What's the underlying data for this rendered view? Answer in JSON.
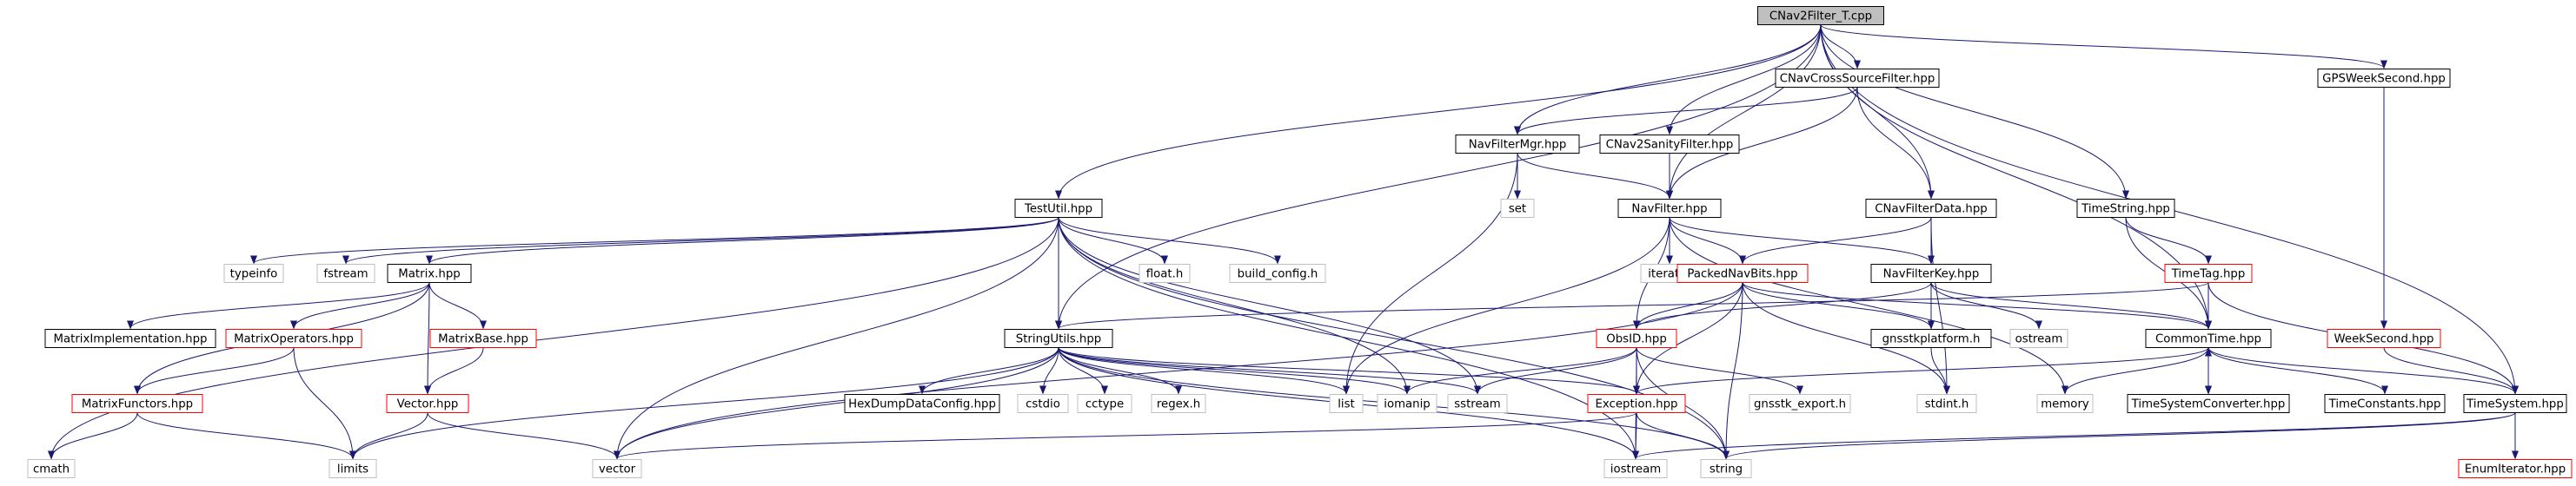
{
  "colors": {
    "edge": "#191970",
    "root_fill": "#bfbfbf",
    "border_black": "#000000",
    "border_red": "#ff0000",
    "border_grey": "#bfbfbf",
    "text": "#000000"
  },
  "nodes": [
    {
      "id": "root",
      "label": "CNav2Filter_T.cpp",
      "style": "root"
    },
    {
      "id": "cncsf",
      "label": "CNavCrossSourceFilter.hpp",
      "style": "black"
    },
    {
      "id": "gpsws",
      "label": "GPSWeekSecond.hpp",
      "style": "black"
    },
    {
      "id": "nfm",
      "label": "NavFilterMgr.hpp",
      "style": "black"
    },
    {
      "id": "c2sf",
      "label": "CNav2SanityFilter.hpp",
      "style": "black"
    },
    {
      "id": "set",
      "label": "set",
      "style": "grey"
    },
    {
      "id": "navf",
      "label": "NavFilter.hpp",
      "style": "black"
    },
    {
      "id": "cnfd",
      "label": "CNavFilterData.hpp",
      "style": "black"
    },
    {
      "id": "tstr",
      "label": "TimeString.hpp",
      "style": "black"
    },
    {
      "id": "tutil",
      "label": "TestUtil.hpp",
      "style": "black"
    },
    {
      "id": "typeinfo",
      "label": "typeinfo",
      "style": "grey"
    },
    {
      "id": "fstream",
      "label": "fstream",
      "style": "grey"
    },
    {
      "id": "matrix",
      "label": "Matrix.hpp",
      "style": "black"
    },
    {
      "id": "floath",
      "label": "float.h",
      "style": "grey"
    },
    {
      "id": "buildc",
      "label": "build_config.h",
      "style": "grey"
    },
    {
      "id": "iterator",
      "label": "iterator",
      "style": "grey"
    },
    {
      "id": "pnb",
      "label": "PackedNavBits.hpp",
      "style": "red"
    },
    {
      "id": "nfk",
      "label": "NavFilterKey.hpp",
      "style": "black"
    },
    {
      "id": "ttag",
      "label": "TimeTag.hpp",
      "style": "red"
    },
    {
      "id": "wsec",
      "label": "WeekSecond.hpp",
      "style": "red"
    },
    {
      "id": "mimpl",
      "label": "MatrixImplementation.hpp",
      "style": "black"
    },
    {
      "id": "mops",
      "label": "MatrixOperators.hpp",
      "style": "red"
    },
    {
      "id": "mbase",
      "label": "MatrixBase.hpp",
      "style": "red"
    },
    {
      "id": "sutil",
      "label": "StringUtils.hpp",
      "style": "black"
    },
    {
      "id": "obsid",
      "label": "ObsID.hpp",
      "style": "red"
    },
    {
      "id": "gplat",
      "label": "gnsstkplatform.h",
      "style": "black"
    },
    {
      "id": "ostream",
      "label": "ostream",
      "style": "grey"
    },
    {
      "id": "ctime",
      "label": "CommonTime.hpp",
      "style": "black"
    },
    {
      "id": "mfunc",
      "label": "MatrixFunctors.hpp",
      "style": "red"
    },
    {
      "id": "vec",
      "label": "Vector.hpp",
      "style": "red"
    },
    {
      "id": "hexd",
      "label": "HexDumpDataConfig.hpp",
      "style": "black"
    },
    {
      "id": "cstdio",
      "label": "cstdio",
      "style": "grey"
    },
    {
      "id": "cctype",
      "label": "cctype",
      "style": "grey"
    },
    {
      "id": "regex",
      "label": "regex.h",
      "style": "grey"
    },
    {
      "id": "list",
      "label": "list",
      "style": "grey"
    },
    {
      "id": "iomanip",
      "label": "iomanip",
      "style": "grey"
    },
    {
      "id": "sstream",
      "label": "sstream",
      "style": "grey"
    },
    {
      "id": "exc",
      "label": "Exception.hpp",
      "style": "red"
    },
    {
      "id": "gexp",
      "label": "gnsstk_export.h",
      "style": "grey"
    },
    {
      "id": "stdint",
      "label": "stdint.h",
      "style": "grey"
    },
    {
      "id": "memory",
      "label": "memory",
      "style": "grey"
    },
    {
      "id": "tsc",
      "label": "TimeSystemConverter.hpp",
      "style": "black"
    },
    {
      "id": "tconst",
      "label": "TimeConstants.hpp",
      "style": "black"
    },
    {
      "id": "tsys",
      "label": "TimeSystem.hpp",
      "style": "black"
    },
    {
      "id": "cmath",
      "label": "cmath",
      "style": "grey"
    },
    {
      "id": "limits",
      "label": "limits",
      "style": "grey"
    },
    {
      "id": "vector",
      "label": "vector",
      "style": "grey"
    },
    {
      "id": "iostream",
      "label": "iostream",
      "style": "grey"
    },
    {
      "id": "string",
      "label": "string",
      "style": "grey"
    },
    {
      "id": "enumit",
      "label": "EnumIterator.hpp",
      "style": "red"
    }
  ],
  "edges": [
    [
      "root",
      "cncsf"
    ],
    [
      "root",
      "gpsws"
    ],
    [
      "root",
      "nfm"
    ],
    [
      "root",
      "c2sf"
    ],
    [
      "root",
      "navf"
    ],
    [
      "root",
      "cnfd"
    ],
    [
      "root",
      "tstr"
    ],
    [
      "root",
      "tutil"
    ],
    [
      "root",
      "sutil"
    ],
    [
      "root",
      "ctime"
    ],
    [
      "root",
      "tsys"
    ],
    [
      "cncsf",
      "nfm"
    ],
    [
      "cncsf",
      "navf"
    ],
    [
      "cncsf",
      "cnfd"
    ],
    [
      "gpsws",
      "wsec"
    ],
    [
      "nfm",
      "set"
    ],
    [
      "nfm",
      "navf"
    ],
    [
      "nfm",
      "list"
    ],
    [
      "c2sf",
      "navf"
    ],
    [
      "navf",
      "iterator"
    ],
    [
      "navf",
      "nfk"
    ],
    [
      "navf",
      "pnb"
    ],
    [
      "navf",
      "obsid"
    ],
    [
      "navf",
      "list"
    ],
    [
      "navf",
      "memory"
    ],
    [
      "cnfd",
      "pnb"
    ],
    [
      "cnfd",
      "nfk"
    ],
    [
      "cnfd",
      "stdint"
    ],
    [
      "tstr",
      "ttag"
    ],
    [
      "tstr",
      "ctime"
    ],
    [
      "tutil",
      "typeinfo"
    ],
    [
      "tutil",
      "fstream"
    ],
    [
      "tutil",
      "matrix"
    ],
    [
      "tutil",
      "floath"
    ],
    [
      "tutil",
      "buildc"
    ],
    [
      "tutil",
      "sutil"
    ],
    [
      "tutil",
      "cmath"
    ],
    [
      "tutil",
      "vector"
    ],
    [
      "tutil",
      "iomanip"
    ],
    [
      "tutil",
      "sstream"
    ],
    [
      "tutil",
      "string"
    ],
    [
      "tutil",
      "iostream"
    ],
    [
      "matrix",
      "mimpl"
    ],
    [
      "matrix",
      "mops"
    ],
    [
      "matrix",
      "mbase"
    ],
    [
      "matrix",
      "mfunc"
    ],
    [
      "matrix",
      "vec"
    ],
    [
      "mops",
      "mfunc"
    ],
    [
      "mops",
      "limits"
    ],
    [
      "mbase",
      "vec"
    ],
    [
      "vec",
      "limits"
    ],
    [
      "vec",
      "vector"
    ],
    [
      "mfunc",
      "cmath"
    ],
    [
      "mfunc",
      "limits"
    ],
    [
      "pnb",
      "obsid"
    ],
    [
      "pnb",
      "gplat"
    ],
    [
      "pnb",
      "exc"
    ],
    [
      "pnb",
      "vector"
    ],
    [
      "pnb",
      "ctime"
    ],
    [
      "pnb",
      "string"
    ],
    [
      "pnb",
      "stdint"
    ],
    [
      "nfk",
      "obsid"
    ],
    [
      "nfk",
      "gplat"
    ],
    [
      "nfk",
      "ostream"
    ],
    [
      "nfk",
      "ctime"
    ],
    [
      "ttag",
      "sutil"
    ],
    [
      "ttag",
      "ctime"
    ],
    [
      "ttag",
      "tsys"
    ],
    [
      "ttag",
      "tsc"
    ],
    [
      "wsec",
      "tsys"
    ],
    [
      "sutil",
      "hexd"
    ],
    [
      "sutil",
      "cstdio"
    ],
    [
      "sutil",
      "cctype"
    ],
    [
      "sutil",
      "regex"
    ],
    [
      "sutil",
      "list"
    ],
    [
      "sutil",
      "iomanip"
    ],
    [
      "sutil",
      "sstream"
    ],
    [
      "sutil",
      "exc"
    ],
    [
      "sutil",
      "limits"
    ],
    [
      "sutil",
      "vector"
    ],
    [
      "sutil",
      "string"
    ],
    [
      "sutil",
      "iostream"
    ],
    [
      "obsid",
      "exc"
    ],
    [
      "obsid",
      "gexp"
    ],
    [
      "obsid",
      "iostream"
    ],
    [
      "obsid",
      "string"
    ],
    [
      "obsid",
      "iomanip"
    ],
    [
      "obsid",
      "sstream"
    ],
    [
      "gplat",
      "stdint"
    ],
    [
      "ctime",
      "exc"
    ],
    [
      "ctime",
      "tsc"
    ],
    [
      "ctime",
      "tconst"
    ],
    [
      "ctime",
      "tsys"
    ],
    [
      "ctime",
      "memory"
    ],
    [
      "tsc",
      "ctime"
    ],
    [
      "exc",
      "vector"
    ],
    [
      "exc",
      "iostream"
    ],
    [
      "exc",
      "string"
    ],
    [
      "tsys",
      "iostream"
    ],
    [
      "tsys",
      "string"
    ],
    [
      "tsys",
      "enumit"
    ]
  ]
}
